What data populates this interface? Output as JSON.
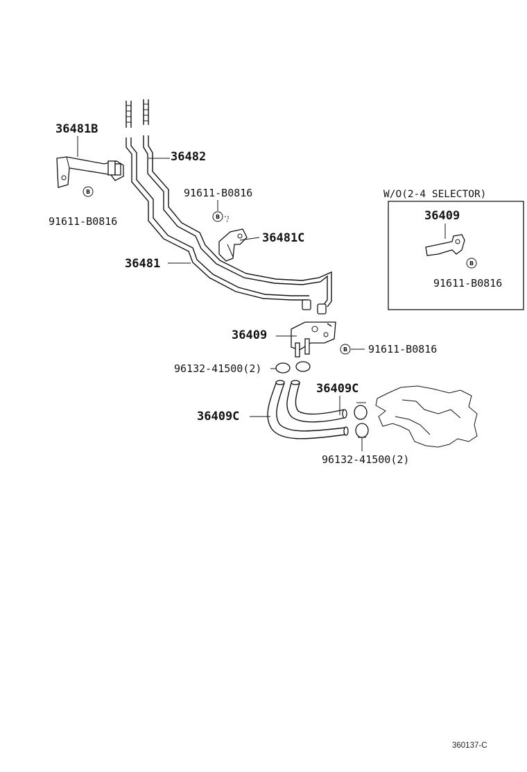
{
  "labels": {
    "p36481B": "36481B",
    "p36482": "36482",
    "bolt_top": "91611-B0816",
    "bolt_left": "91611-B0816",
    "p36481C": "36481C",
    "p36481": "36481",
    "p36409": "36409",
    "bolt_mid": "91611-B0816",
    "clamp_upper": "96132-41500(2)",
    "p36409C_right": "36409C",
    "p36409C_left": "36409C",
    "clamp_lower": "96132-41500(2)"
  },
  "inset": {
    "title": "W/O(2-4 SELECTOR)",
    "part": "36409",
    "bolt": "91611-B0816"
  },
  "bolt_symbol": "B",
  "reference_code": "360137-C"
}
